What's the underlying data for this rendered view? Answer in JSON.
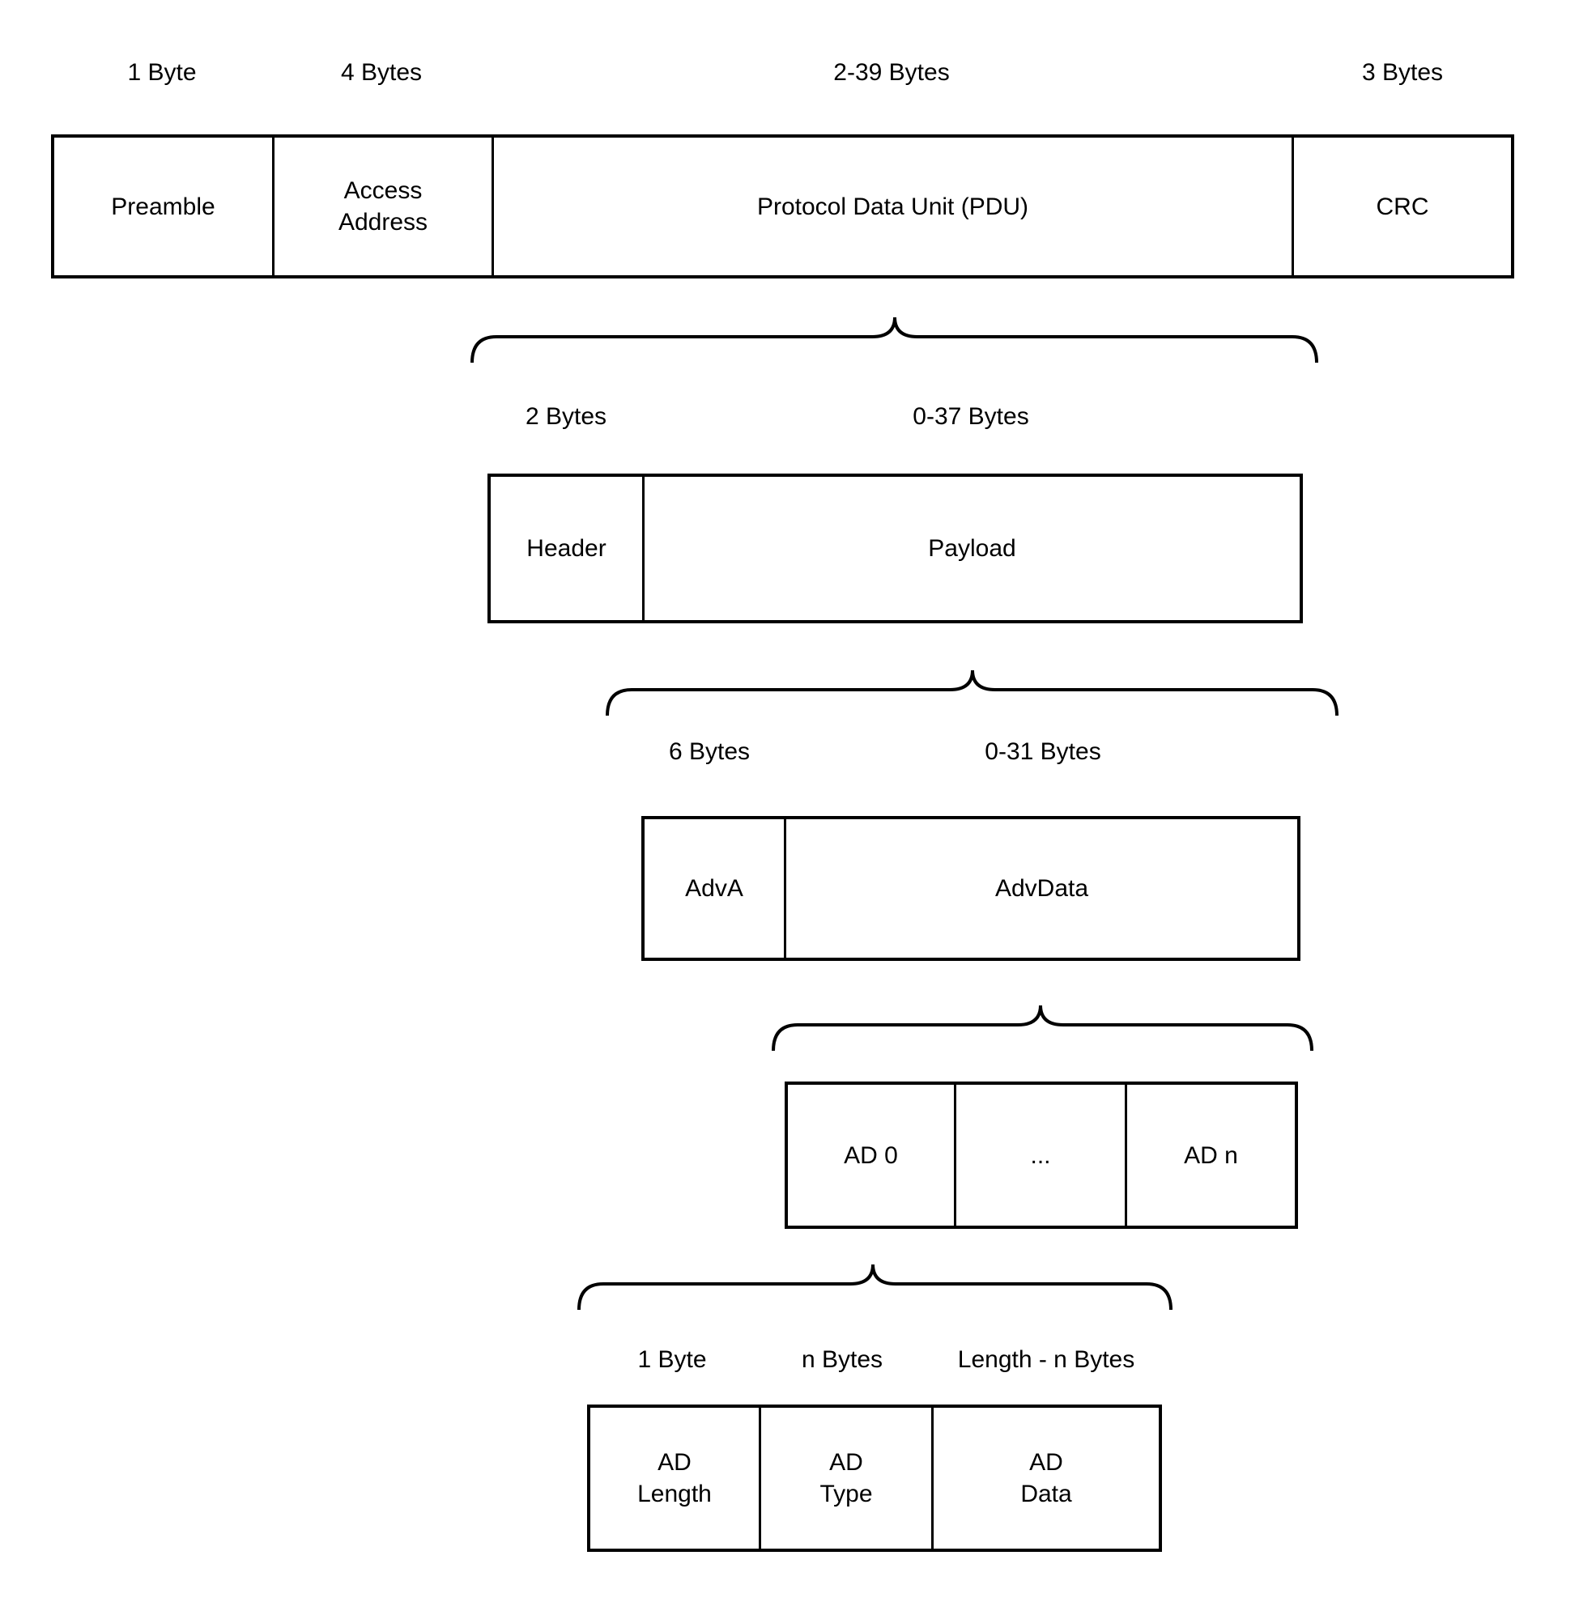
{
  "colors": {
    "line": "#000000",
    "text": "#000000",
    "background": "#ffffff"
  },
  "packet_row": {
    "size_labels": [
      "1 Byte",
      "4 Bytes",
      "2-39 Bytes",
      "3 Bytes"
    ],
    "cells": [
      "Preamble",
      "Access\nAddress",
      "Protocol Data Unit (PDU)",
      "CRC"
    ]
  },
  "pdu_row": {
    "size_labels": [
      "2 Bytes",
      "0-37 Bytes"
    ],
    "cells": [
      "Header",
      "Payload"
    ]
  },
  "payload_row": {
    "size_labels": [
      "6 Bytes",
      "0-31 Bytes"
    ],
    "cells": [
      "AdvA",
      "AdvData"
    ]
  },
  "advdata_row": {
    "cells": [
      "AD 0",
      "...",
      "AD n"
    ]
  },
  "ad_structure_row": {
    "size_labels": [
      "1 Byte",
      "n Bytes",
      "Length - n Bytes"
    ],
    "cells": [
      "AD\nLength",
      "AD\nType",
      "AD\nData"
    ]
  }
}
